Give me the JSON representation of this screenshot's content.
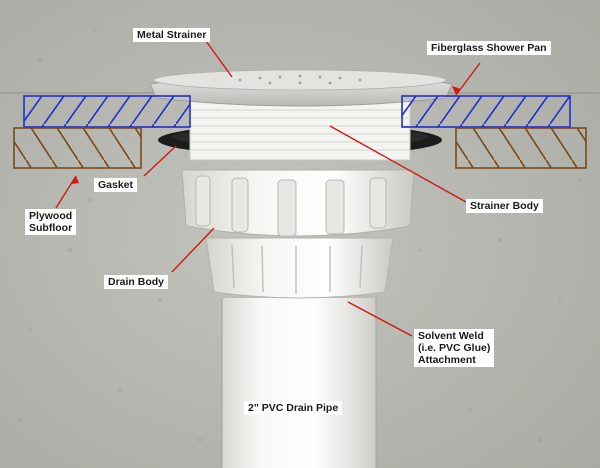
{
  "labels": {
    "metal_strainer": "Metal Strainer",
    "fiberglass_pan": "Fiberglass Shower Pan",
    "gasket": "Gasket",
    "plywood_subfloor": "Plywood\nSubfloor",
    "strainer_body": "Strainer Body",
    "drain_body": "Drain Body",
    "solvent_weld": "Solvent Weld\n(i.e. PVC Glue)\nAttachment",
    "pvc_pipe": "2\" PVC Drain Pipe"
  },
  "colors": {
    "background": "#b9bab3",
    "pan_hatch": "#1f2fd0",
    "subfloor_hatch": "#7a4a1c",
    "leader_line": "#d01818",
    "plastic": "#f2f2ef",
    "gasket": "#1c1c1c",
    "metal": "#d8d8d6"
  }
}
